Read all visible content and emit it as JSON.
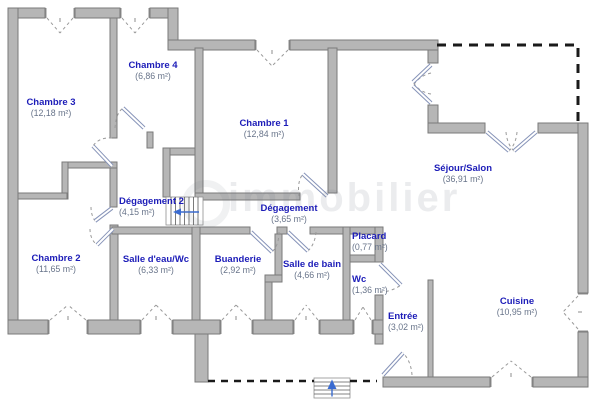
{
  "plan": {
    "title": "floor-plan",
    "watermark": "immobilier",
    "colors": {
      "wall": "#b6b6b6",
      "wall_stroke": "#7a7a7a",
      "label_blue": "#1c1cb8",
      "area_gray": "#68748a",
      "door_stroke": "#8693b8",
      "arrow_blue": "#3a6bd0"
    },
    "rooms": [
      {
        "name": "Chambre 3",
        "area": "(12,18 m²)"
      },
      {
        "name": "Chambre 4",
        "area": "(6,86 m²)"
      },
      {
        "name": "Chambre 1",
        "area": "(12,84 m²)"
      },
      {
        "name": "Séjour/Salon",
        "area": "(36,91 m²)"
      },
      {
        "name": "Dégagement 2",
        "area": "(4,15 m²)"
      },
      {
        "name": "Dégagement",
        "area": "(3,65 m²)"
      },
      {
        "name": "Chambre 2",
        "area": "(11,65 m²)"
      },
      {
        "name": "Salle d'eau/Wc",
        "area": "(6,33 m²)"
      },
      {
        "name": "Buanderie",
        "area": "(2,92 m²)"
      },
      {
        "name": "Salle de bain",
        "area": "(4,66 m²)"
      },
      {
        "name": "Placard",
        "area": "(0,77 m²)"
      },
      {
        "name": "Wc",
        "area": "(1,36 m²)"
      },
      {
        "name": "Entrée",
        "area": "(3,02 m²)"
      },
      {
        "name": "Cuisine",
        "area": "(10,95 m²)"
      }
    ]
  }
}
